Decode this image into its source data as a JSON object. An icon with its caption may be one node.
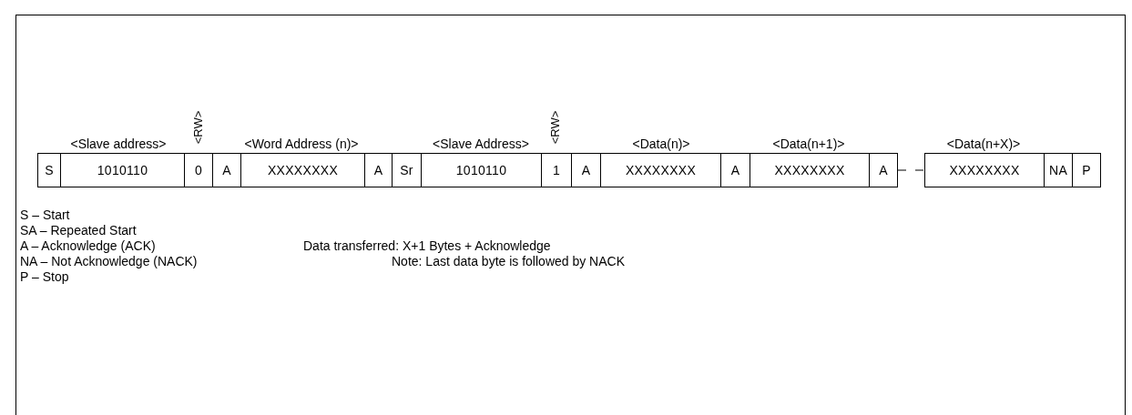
{
  "diagram": {
    "nodes": [
      {
        "text": [
          "S"
        ]
      },
      {
        "text": [
          "1010110"
        ]
      },
      {
        "text": [
          "0"
        ]
      },
      {
        "text": [
          "A"
        ]
      },
      {
        "text": [
          "XXXXXXXX"
        ]
      },
      {
        "text": [
          "A"
        ]
      },
      {
        "text": [
          "Sr"
        ]
      },
      {
        "text": [
          "1010110"
        ]
      },
      {
        "text": [
          "1"
        ]
      },
      {
        "text": [
          "A"
        ]
      },
      {
        "text": [
          "XXXXXXXX"
        ]
      },
      {
        "text": [
          "A"
        ]
      },
      {
        "text": [
          "XXXXXXXX"
        ]
      },
      {
        "text": [
          "A"
        ]
      },
      {
        "text": [
          "XXXXXXXX"
        ]
      },
      {
        "text": [
          "NA"
        ]
      },
      {
        "text": [
          "P"
        ]
      }
    ],
    "edges": [
      {
        "from": 13,
        "to": 14,
        "arrow": "none",
        "style": "dashed"
      }
    ],
    "labels": [
      "<RW>",
      "<RW>",
      "<Slave address>",
      "<Word Address (n)>",
      "<Slave Address>",
      "<Data(n)>",
      "<Data(n+1)>",
      "<Data(n+X)>",
      "S – Start",
      "SA – Repeated Start",
      "A – Acknowledge (ACK)",
      "Data transferred: X+1 Bytes + Acknowledge",
      "NA – Not Acknowledge (NACK)",
      "Note: Last data byte is followed by NACK",
      "P – Stop"
    ]
  }
}
